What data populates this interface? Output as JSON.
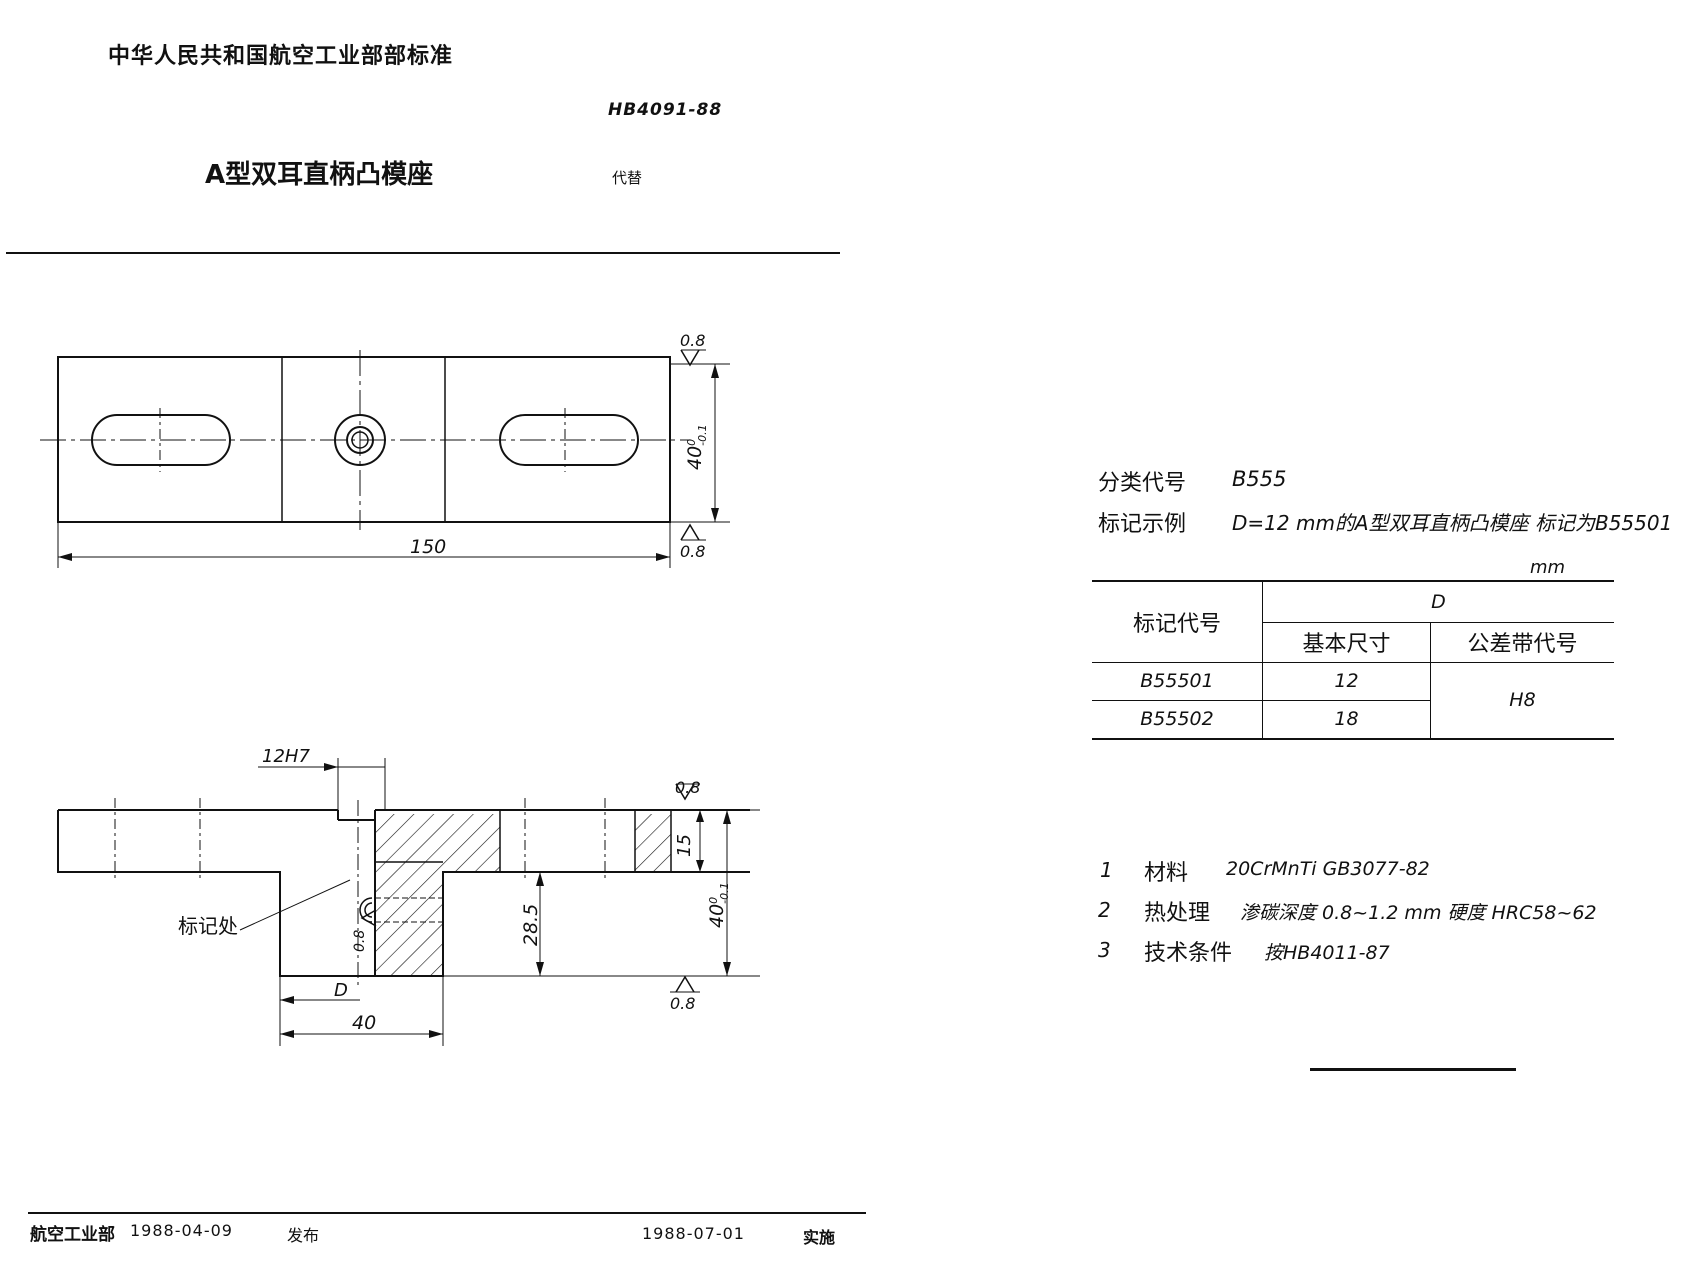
{
  "header": {
    "organization": "中华人民共和国航空工业部部标准",
    "standard_no": "HB4091-88",
    "title": "A型双耳直柄凸模座",
    "replaces_label": "代替"
  },
  "drawing": {
    "top_view": {
      "length_dim": "150",
      "height_dim": "40",
      "height_tol_upper": "0",
      "height_tol_lower": "-0.1",
      "roughness_top": "0.8",
      "roughness_bottom": "0.8"
    },
    "side_view": {
      "bore_dim": "12H7",
      "roughness_top": "0.8",
      "thickness_dim": "15",
      "height_dim": "40",
      "height_tol_upper": "0",
      "height_tol_lower": "-0.1",
      "depth_dim": "28.5",
      "roughness_inner": "0.8",
      "roughness_bottom": "0.8",
      "marking_label": "标记处",
      "D_label": "D",
      "width_dim": "40"
    }
  },
  "spec": {
    "class_label": "分类代号",
    "class_value": "B555",
    "example_label": "标记示例",
    "example_text": "D=12 mm的A型双耳直柄凸模座 标记为B55501",
    "unit": "mm",
    "table": {
      "header_code": "标记代号",
      "header_D": "D",
      "header_basic": "基本尺寸",
      "header_tol": "公差带代号",
      "rows": [
        {
          "code": "B55501",
          "basic": "12"
        },
        {
          "code": "B55502",
          "basic": "18"
        }
      ],
      "tol_value": "H8"
    },
    "notes": [
      {
        "num": "1",
        "label": "材料",
        "text": "20CrMnTi   GB3077-82"
      },
      {
        "num": "2",
        "label": "热处理",
        "text": "渗碳深度 0.8~1.2 mm  硬度 HRC58~62"
      },
      {
        "num": "3",
        "label": "技术条件",
        "text": "按HB4011-87"
      }
    ]
  },
  "footer": {
    "issuer": "航空工业部",
    "issue_date": "1988-04-09",
    "issue_label": "发布",
    "effective_date": "1988-07-01",
    "effective_label": "实施"
  }
}
